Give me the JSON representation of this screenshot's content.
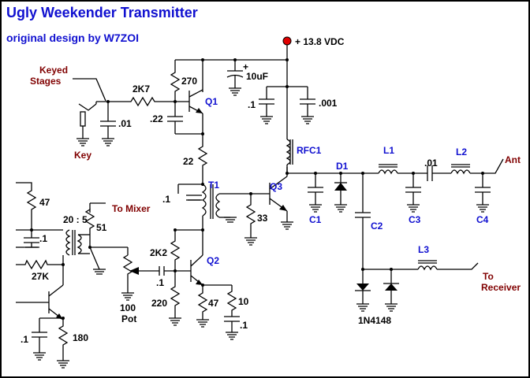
{
  "title": "Ugly Weekender Transmitter",
  "subtitle": "original design by W7ZOI",
  "colors": {
    "title": "#1010d0",
    "refdes": "#1010d0",
    "net_label": "#800000",
    "wire": "#000000",
    "supply_dot": "#e00000"
  },
  "supply": {
    "label": "+ 13.8 VDC"
  },
  "refs": {
    "q1": "Q1",
    "q2": "Q2",
    "q3": "Q3",
    "t1": "T1",
    "rfc1": "RFC1",
    "d1": "D1",
    "c1": "C1",
    "c2": "C2",
    "c3": "C3",
    "c4": "C4",
    "l1": "L1",
    "l2": "L2",
    "l3": "L3"
  },
  "values": {
    "r270": "270",
    "c10uf": "10uF",
    "c_plus": "+",
    "r2k7": "2K7",
    "c01_key": ".01",
    "c22": ".22",
    "c1_q1": ".1",
    "c001": ".001",
    "r22": "22",
    "c1_t1": ".1",
    "r33": "33",
    "c01_filter": ".01",
    "r47_top": "47",
    "ratio": "20 : 5",
    "r51": "51",
    "c1_left": ".1",
    "r27k": "27K",
    "r2k2": "2K2",
    "c1_q2": ".1",
    "r100": "100",
    "pot": "Pot",
    "r220": "220",
    "r47_q2": "47",
    "r10": "10",
    "c1_r10": ".1",
    "c1_bottom": ".1",
    "r180": "180",
    "diodes": "1N4148"
  },
  "nets": {
    "keyed_line1": "Keyed",
    "keyed_line2": "Stages",
    "key": "Key",
    "to_mixer": "To Mixer",
    "ant": "Ant",
    "to_line1": "To",
    "to_line2": "Receiver"
  }
}
